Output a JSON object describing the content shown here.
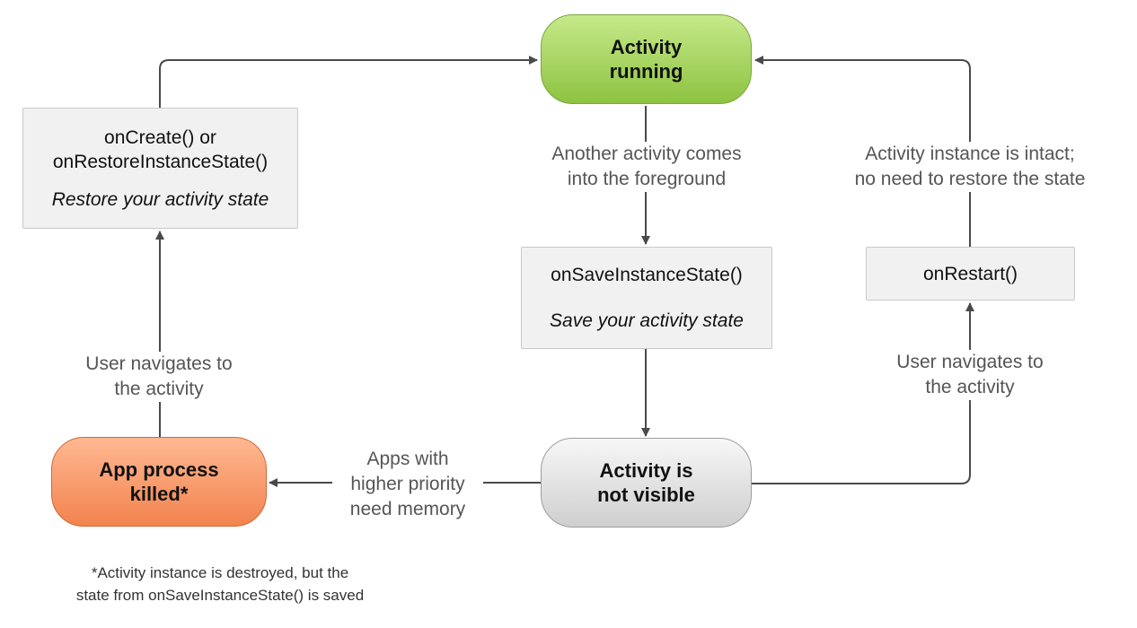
{
  "nodes": {
    "running": {
      "line1": "Activity",
      "line2": "running"
    },
    "not_visible": {
      "line1": "Activity is",
      "line2": "not visible"
    },
    "killed": {
      "line1": "App process",
      "line2": "killed*"
    }
  },
  "methods": {
    "oncreate": {
      "line1": "onCreate() or",
      "line2": "onRestoreInstanceState()",
      "desc": "Restore your activity state"
    },
    "onsave": {
      "line1": "onSaveInstanceState()",
      "desc": "Save your activity state"
    },
    "onrestart": {
      "line1": "onRestart()"
    }
  },
  "edge_labels": {
    "another_activity": {
      "line1": "Another activity comes",
      "line2": "into the foreground"
    },
    "instance_intact": {
      "line1": "Activity instance is intact;",
      "line2": "no need to restore the state"
    },
    "user_navigates_right": {
      "line1": "User navigates to",
      "line2": "the activity"
    },
    "user_navigates_left": {
      "line1": "User navigates to",
      "line2": "the activity"
    },
    "apps_priority": {
      "line1": "Apps with",
      "line2": "higher priority",
      "line3": "need memory"
    }
  },
  "footnote": {
    "line1": "*Activity instance is destroyed, but the",
    "line2": "state from onSaveInstanceState() is saved"
  },
  "colors": {
    "running": "#8dc341",
    "not_visible": "#cfcfcf",
    "killed": "#f2834e",
    "method_box": "#f1f1f1",
    "connector": "#4a4a4a",
    "edge_label_text": "#555555"
  }
}
